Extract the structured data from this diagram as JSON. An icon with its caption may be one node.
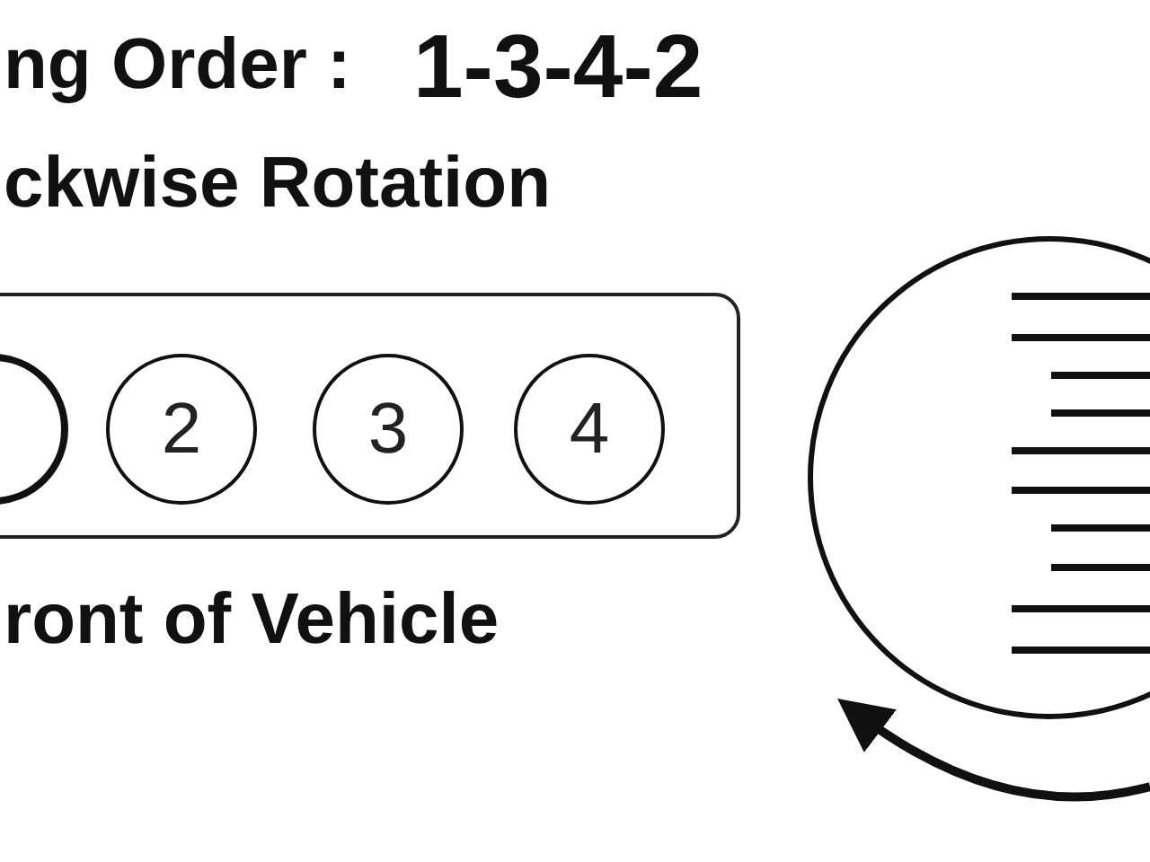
{
  "diagram": {
    "nodes": [
      {
        "text": [],
        "shape": "box"
      },
      {
        "text": [],
        "shape": "circle",
        "in": 0
      },
      {
        "text": [
          "2"
        ],
        "in": 0
      },
      {
        "text": [
          "3"
        ],
        "in": 0
      },
      {
        "text": [
          "4"
        ],
        "in": 0
      },
      {
        "text": [],
        "shape": "picture"
      }
    ],
    "labels": [
      "ng Order :",
      "1-3-4-2",
      "ckwise Rotation",
      "ront of Vehicle"
    ]
  }
}
